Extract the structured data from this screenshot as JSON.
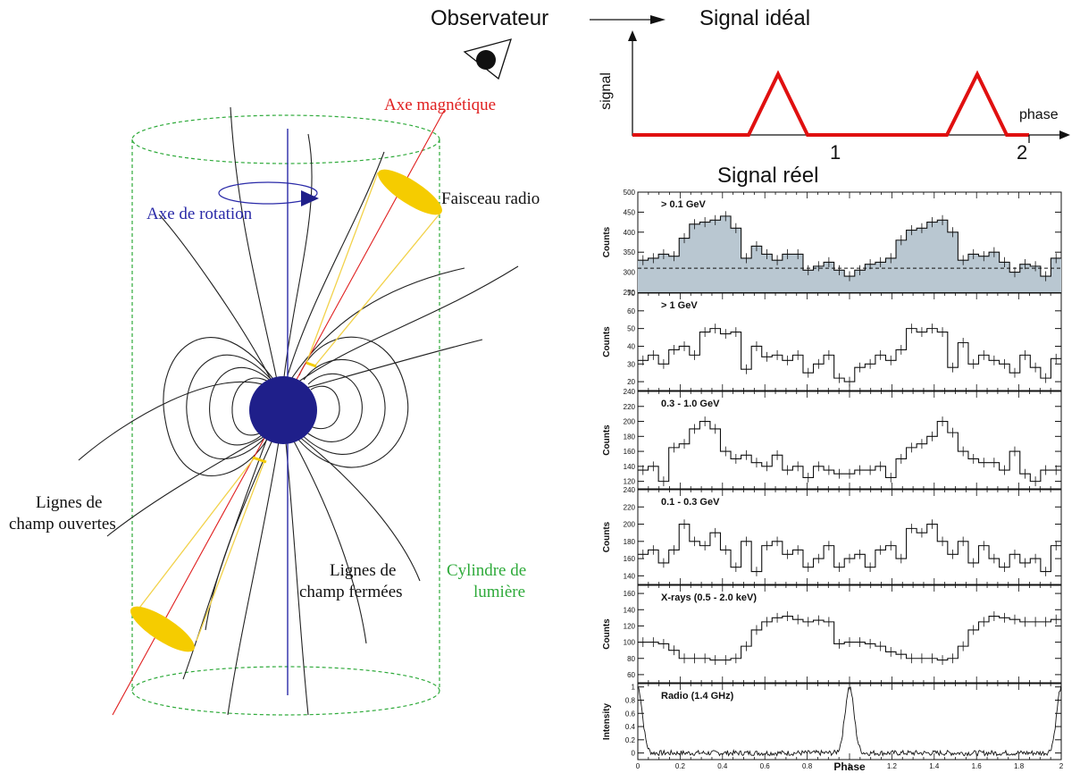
{
  "pulsar_diagram": {
    "magnetic_axis_label": "Axe magnétique",
    "radio_beam_label": "Faisceau radio",
    "rotation_axis_label": "Axe de rotation",
    "open_lines_label": [
      "Lignes de",
      "champ ouvertes"
    ],
    "closed_lines_label": [
      "Lignes de",
      "champ fermées"
    ],
    "light_cylinder_label": [
      "Cylindre de",
      "lumière"
    ],
    "observer_label": "Observateur",
    "colors": {
      "star": "#1f1f8a",
      "magnetic_axis": "#e02020",
      "rotation_axis": "#2a2aa8",
      "light_cylinder": "#2eaa3a",
      "beam_fill": "#f5cc00",
      "beam_edge": "#f2d24a",
      "field_lines": "#222222"
    }
  },
  "ideal_signal": {
    "title": "Signal idéal",
    "ylabel": "signal",
    "xlabel": "phase",
    "ticks": [
      "1",
      "2"
    ],
    "color": "#e01010"
  },
  "real_signal_title": "Signal réel",
  "chart_data": [
    {
      "type": "line",
      "label": "> 0.1 GeV",
      "ylabel": "Counts",
      "ylim": [
        250,
        500
      ],
      "yticks": [
        250,
        300,
        350,
        400,
        450,
        500
      ],
      "filled": true,
      "baseline": 310,
      "x_range": [
        0,
        2
      ],
      "values": [
        330,
        335,
        345,
        340,
        385,
        420,
        425,
        430,
        440,
        410,
        335,
        365,
        345,
        330,
        345,
        345,
        305,
        315,
        325,
        305,
        290,
        305,
        320,
        325,
        335,
        380,
        405,
        410,
        425,
        430,
        400,
        330,
        345,
        340,
        350,
        325,
        300,
        320,
        315,
        290,
        335
      ]
    },
    {
      "type": "line",
      "label": "> 1 GeV",
      "ylabel": "Counts",
      "ylim": [
        15,
        70
      ],
      "yticks": [
        20,
        30,
        40,
        50,
        60,
        70
      ],
      "x_range": [
        0,
        2
      ],
      "values": [
        32,
        35,
        30,
        38,
        40,
        35,
        48,
        50,
        47,
        48,
        27,
        40,
        34,
        35,
        32,
        35,
        25,
        30,
        35,
        22,
        20,
        28,
        30,
        35,
        32,
        38,
        50,
        48,
        50,
        48,
        28,
        42,
        30,
        35,
        32,
        30,
        25,
        35,
        28,
        22,
        33
      ]
    },
    {
      "type": "line",
      "label": "0.3 - 1.0 GeV",
      "ylabel": "Counts",
      "ylim": [
        110,
        240
      ],
      "yticks": [
        120,
        140,
        160,
        180,
        200,
        220,
        240
      ],
      "x_range": [
        0,
        2
      ],
      "values": [
        135,
        140,
        120,
        165,
        170,
        190,
        200,
        190,
        160,
        150,
        155,
        145,
        140,
        155,
        135,
        140,
        125,
        140,
        135,
        130,
        130,
        135,
        135,
        140,
        125,
        150,
        165,
        170,
        180,
        200,
        185,
        160,
        150,
        145,
        145,
        135,
        160,
        130,
        120,
        135,
        135
      ]
    },
    {
      "type": "line",
      "label": "0.1 - 0.3 GeV",
      "ylabel": "Counts",
      "ylim": [
        130,
        240
      ],
      "yticks": [
        140,
        160,
        180,
        200,
        220,
        240
      ],
      "x_range": [
        0,
        2
      ],
      "values": [
        165,
        170,
        155,
        170,
        200,
        180,
        175,
        190,
        170,
        150,
        180,
        145,
        175,
        180,
        165,
        170,
        150,
        160,
        175,
        150,
        160,
        165,
        150,
        170,
        175,
        160,
        195,
        190,
        200,
        180,
        165,
        180,
        155,
        175,
        160,
        150,
        165,
        155,
        160,
        145,
        175
      ]
    },
    {
      "type": "line",
      "label": "X-rays (0.5 - 2.0 keV)",
      "ylabel": "Counts",
      "ylim": [
        50,
        170
      ],
      "yticks": [
        60,
        80,
        100,
        120,
        140,
        160
      ],
      "x_range": [
        0,
        2
      ],
      "values": [
        100,
        100,
        98,
        90,
        80,
        80,
        80,
        78,
        78,
        80,
        95,
        115,
        125,
        130,
        132,
        128,
        125,
        127,
        125,
        98,
        100,
        100,
        98,
        95,
        88,
        85,
        80,
        80,
        80,
        78,
        80,
        95,
        115,
        125,
        132,
        130,
        128,
        125,
        125,
        125,
        128
      ]
    },
    {
      "type": "line",
      "label": "Radio (1.4 GHz)",
      "ylabel": "Intensity",
      "xlabel": "Phase",
      "ylim": [
        -0.1,
        1.05
      ],
      "yticks": [
        0,
        0.2,
        0.4,
        0.6,
        0.8,
        1
      ],
      "x_range": [
        0,
        2
      ],
      "xticks": [
        0,
        0.2,
        0.4,
        0.6,
        0.8,
        1,
        1.2,
        1.4,
        1.6,
        1.8,
        2
      ],
      "peaks": [
        0,
        1,
        2
      ],
      "peak_height": 1.0,
      "noise_level": 0.04
    }
  ]
}
